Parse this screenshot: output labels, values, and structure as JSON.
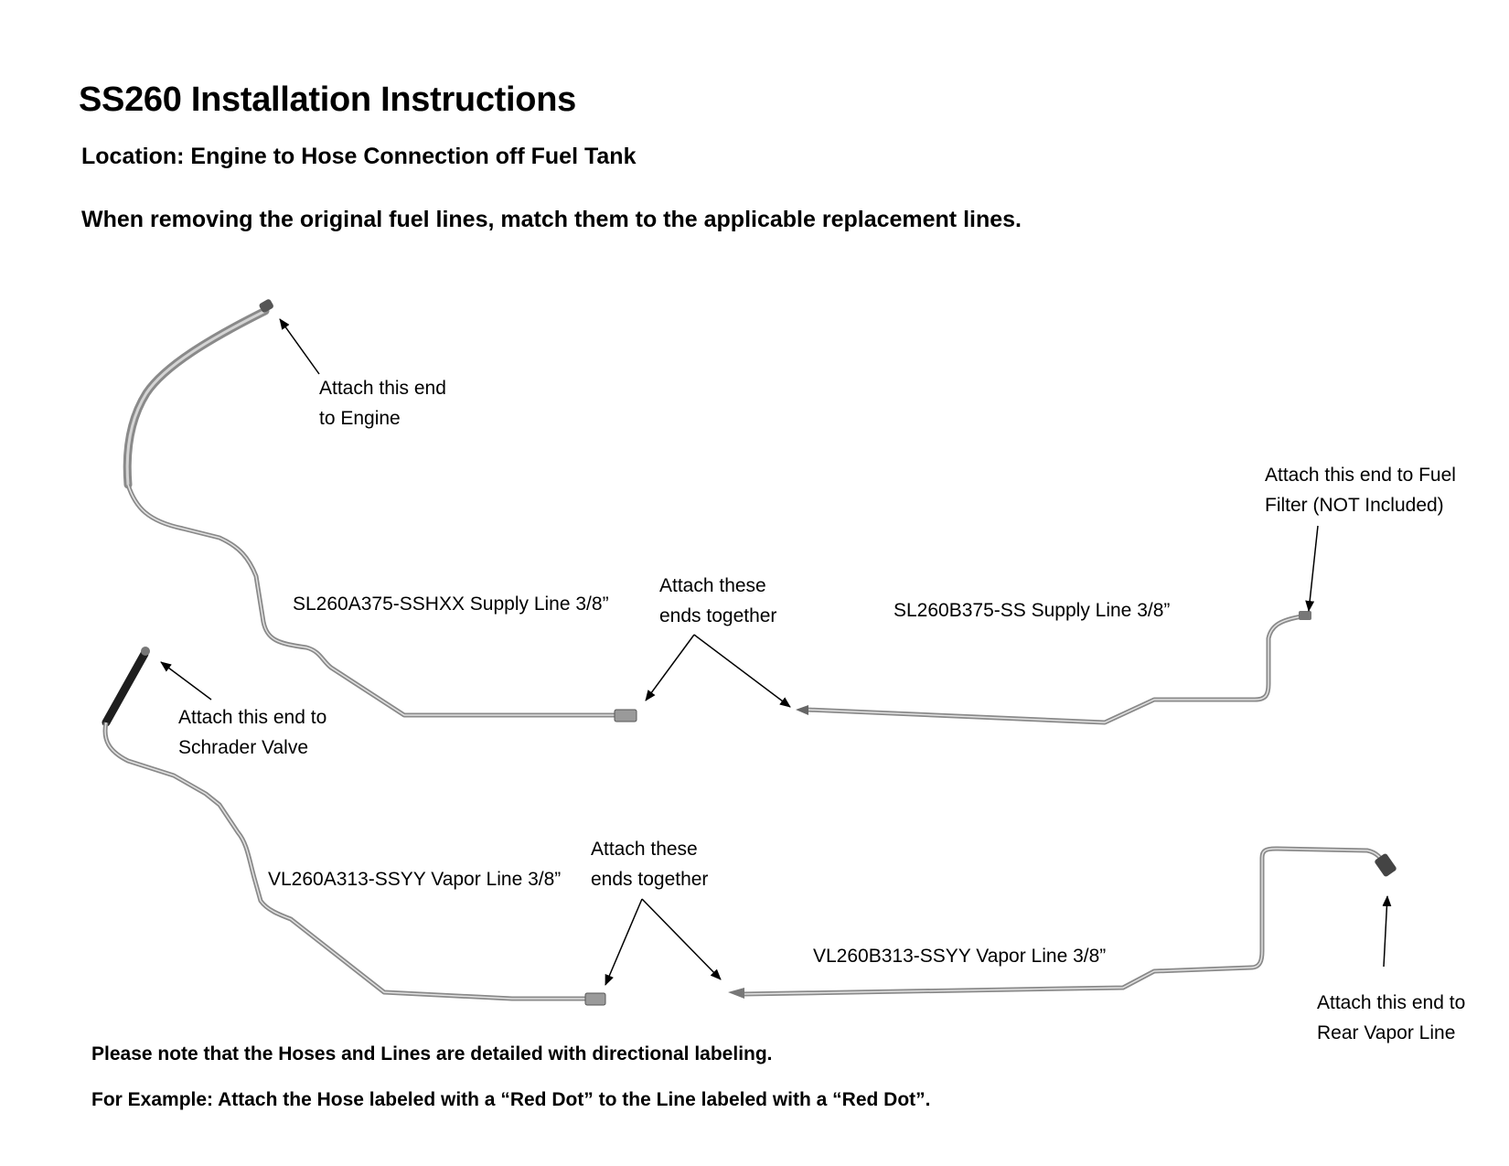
{
  "header": {
    "title": "SS260 Installation Instructions",
    "location": "Location: Engine to Hose Connection off Fuel Tank",
    "instruction": "When removing the original fuel lines, match them to the applicable replacement lines."
  },
  "callouts": {
    "engine": [
      "Attach this end",
      "to Engine"
    ],
    "fuel_filter": [
      "Attach this end to Fuel",
      "Filter (NOT Included)"
    ],
    "supply_join": [
      "Attach these",
      "ends together"
    ],
    "schrader": [
      "Attach this end to",
      "Schrader Valve"
    ],
    "vapor_join": [
      "Attach these",
      "ends together"
    ],
    "rear_vapor": [
      "Attach this end to",
      "Rear  Vapor Line"
    ]
  },
  "line_labels": {
    "supply_a": "SL260A375-SSHXX Supply Line 3/8”",
    "supply_b": "SL260B375-SS Supply Line 3/8”",
    "vapor_a": "VL260A313-SSYY Vapor Line 3/8”",
    "vapor_b": "VL260B313-SSYY Vapor Line 3/8”"
  },
  "notes": {
    "note1": "Please note that the Hoses and Lines are detailed with directional labeling.",
    "note2": "For Example: Attach the Hose labeled with a “Red Dot” to the Line labeled with a “Red Dot”."
  },
  "colors": {
    "tube": "#8a8a8a",
    "tube_highlight": "#d4d4d4",
    "hose": "#1e1e1e"
  }
}
